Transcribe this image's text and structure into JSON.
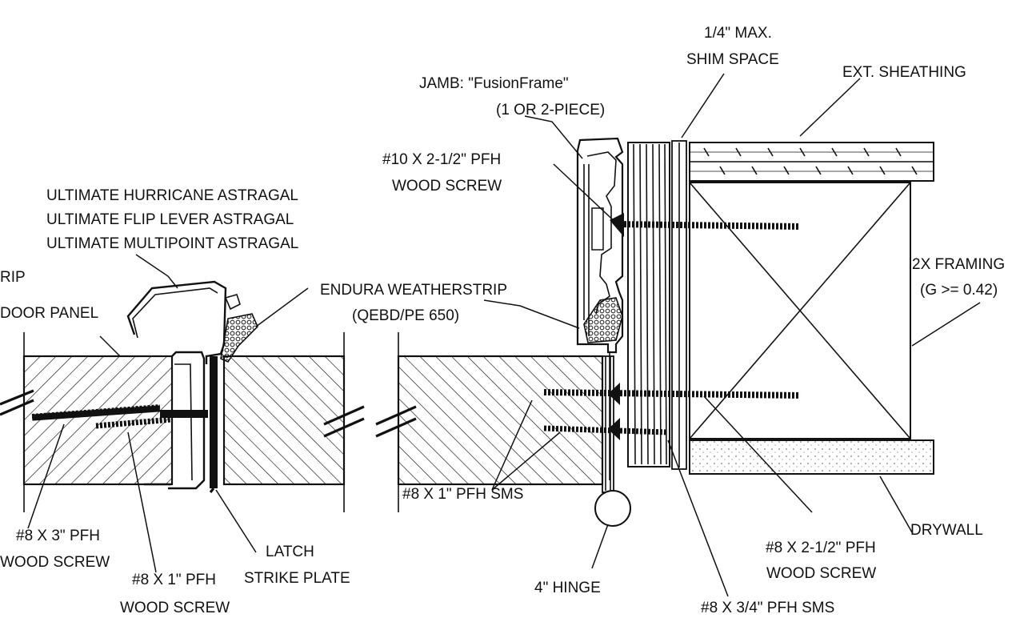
{
  "labels": {
    "jamb_1": "JAMB: \"FusionFrame\"",
    "jamb_2": "(1 OR 2-PIECE)",
    "shim_1": "1/4\" MAX.",
    "shim_2": "SHIM SPACE",
    "ext_sheathing": "EXT. SHEATHING",
    "screw_10_1": "#10 X 2-1/2\" PFH",
    "screw_10_2": "WOOD SCREW",
    "astragal_1": "ULTIMATE HURRICANE ASTRAGAL",
    "astragal_2": "ULTIMATE FLIP LEVER ASTRAGAL",
    "astragal_3": "ULTIMATE MULTIPOINT ASTRAGAL",
    "rip_partial": "RIP",
    "door_panel": "DOOR PANEL",
    "weatherstrip_1": "ENDURA WEATHERSTRIP",
    "weatherstrip_2": "(QEBD/PE 650)",
    "framing_1": "2X FRAMING",
    "framing_2": "(G >= 0.42)",
    "screw_8x3_1": "#8 X 3\" PFH",
    "screw_8x3_2": "WOOD SCREW",
    "screw_8x1_1": "#8 X 1\" PFH",
    "screw_8x1_2": "WOOD SCREW",
    "latch_1": "LATCH",
    "latch_2": "STRIKE PLATE",
    "sms_8x1": "#8 X 1\" PFH SMS",
    "hinge": "4\" HINGE",
    "drywall": "DRYWALL",
    "screw_8x212_1": "#8 X 2-1/2\" PFH",
    "screw_8x212_2": "WOOD SCREW",
    "sms_8x34": "#8 X 3/4\" PFH SMS"
  }
}
